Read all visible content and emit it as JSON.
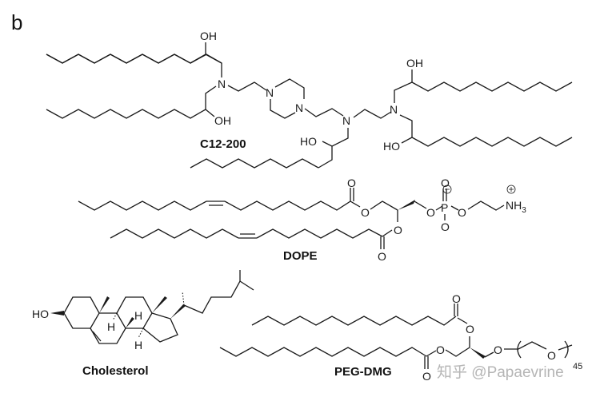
{
  "figure": {
    "panel_label": "b",
    "watermark": "知乎 @Papaevrine"
  },
  "molecules": [
    {
      "id": "c12-200",
      "name": "C12-200",
      "atom_labels": [
        "OH",
        "N",
        "OH",
        "N",
        "N",
        "N",
        "N",
        "OH",
        "HO",
        "HO"
      ]
    },
    {
      "id": "dope",
      "name": "DOPE",
      "atom_labels": [
        "O",
        "O",
        "O",
        "O",
        "O",
        "P",
        "O",
        "O",
        "O",
        "NH3"
      ],
      "charges": [
        "⊖",
        "⊕"
      ]
    },
    {
      "id": "cholesterol",
      "name": "Cholesterol",
      "atom_labels": [
        "HO",
        "H",
        "H",
        "H"
      ]
    },
    {
      "id": "peg-dmg",
      "name": "PEG-DMG",
      "atom_labels": [
        "O",
        "O",
        "O",
        "O",
        "O",
        "O"
      ],
      "repeat_subscript": "45"
    }
  ],
  "labels": {
    "c12": {
      "oh_top": "OH",
      "oh_mid": "OH",
      "n1": "N",
      "pipN1": "N",
      "pipN2": "N",
      "n3": "N",
      "n4": "N",
      "oh_r_top": "OH",
      "ho_bl": "HO",
      "ho_br": "HO"
    },
    "dope": {
      "o_carbonyl1": "O",
      "o_ester1": "O",
      "o_ester2": "O",
      "o_carbonyl2": "O",
      "o_p1": "O",
      "p": "P",
      "o_ptop": "O",
      "o_pbot": "O",
      "o_p2": "O",
      "nh": "NH",
      "nh_sub": "3",
      "minus": "−",
      "plus": "+"
    },
    "chol": {
      "ho": "HO",
      "h1": "H",
      "h2": "H",
      "h3": "H"
    },
    "peg": {
      "o_c1": "O",
      "o_e1": "O",
      "o_e2": "O",
      "o_c2": "O",
      "o_eth": "O",
      "o_rep": "O",
      "n": "45"
    }
  }
}
